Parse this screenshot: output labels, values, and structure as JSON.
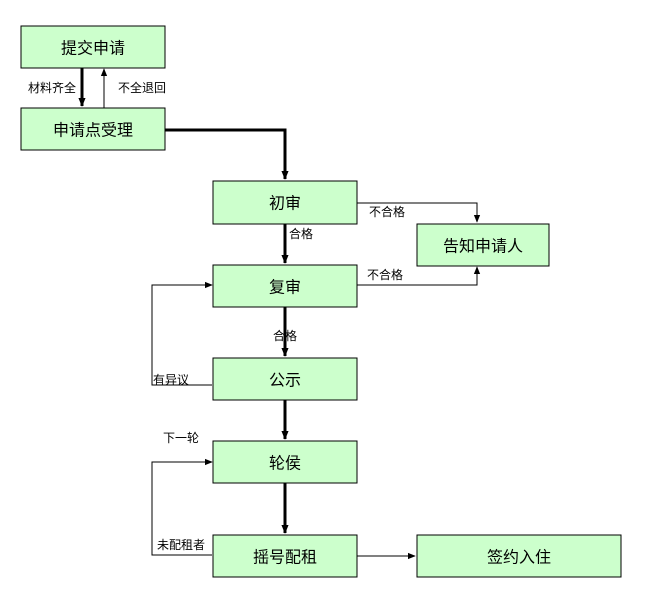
{
  "nodes": {
    "submit": "提交申请",
    "accept": "申请点受理",
    "initial_review": "初审",
    "notify": "告知申请人",
    "second_review": "复审",
    "publicity": "公示",
    "waiting": "轮侯",
    "lottery": "摇号配租",
    "sign": "签约入住"
  },
  "edge_labels": {
    "materials_complete": "材料齐全",
    "incomplete_return": "不全退回",
    "initial_fail": "不合格",
    "initial_pass": "合格",
    "second_fail": "不合格",
    "second_pass": "合格",
    "objection": "有异议",
    "next_round": "下一轮",
    "not_allocated": "未配租者"
  },
  "colors": {
    "box_fill": "#ccffcc",
    "line": "#000000"
  }
}
